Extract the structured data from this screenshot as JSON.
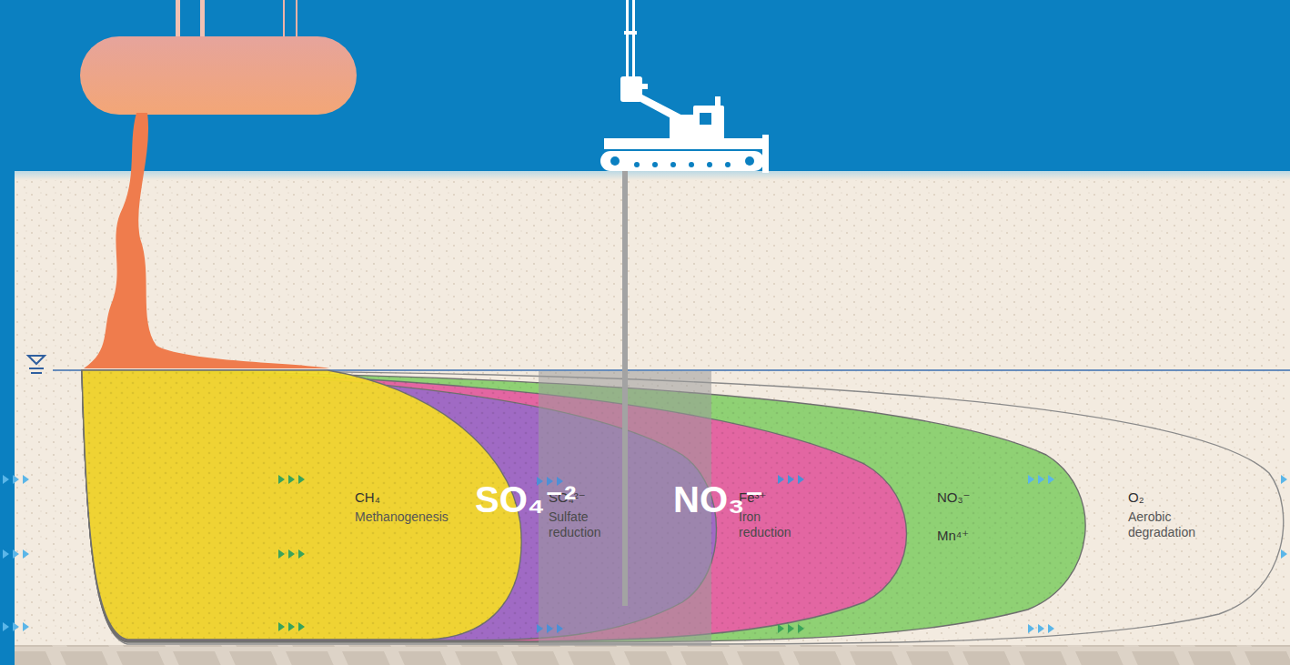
{
  "diagram": {
    "nodes": [
      {
        "text": [
          "O₂",
          "Aerobic degradation"
        ]
      },
      {
        "text": [
          "NO₃⁻",
          "Mn⁴⁺"
        ],
        "in": 0
      },
      {
        "text": [
          "Fe³⁺",
          "Iron reduction"
        ],
        "in": 1
      },
      {
        "text": [
          "SO₄²⁻",
          "Sulfate reduction"
        ],
        "in": 2
      },
      {
        "text": [
          "CH₄",
          "Methanogenesis"
        ],
        "in": 3
      }
    ],
    "labels": [
      "SO₄⁻²",
      "NO₃⁻"
    ]
  }
}
